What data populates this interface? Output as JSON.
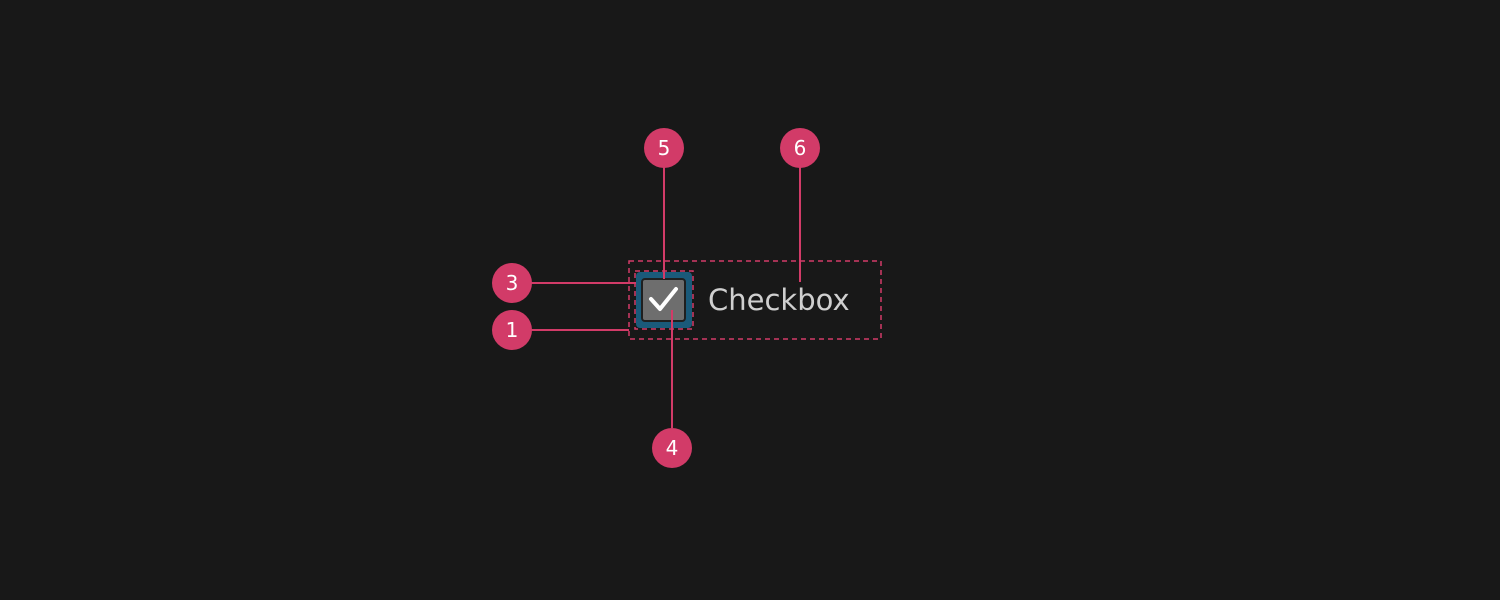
{
  "colors": {
    "background": "#181818",
    "callout": "#d23b68",
    "focus_ring": "#1a5a7a",
    "checkbox_fill": "#6e6e6e",
    "checkbox_border": "#1f1f1f",
    "check_mark": "#ffffff",
    "label": "#cfcfcf"
  },
  "checkbox": {
    "label": "Checkbox",
    "checked": true,
    "icon": "check-icon"
  },
  "callouts": [
    {
      "id": "callout-1",
      "number": "1"
    },
    {
      "id": "callout-3",
      "number": "3"
    },
    {
      "id": "callout-4",
      "number": "4"
    },
    {
      "id": "callout-5",
      "number": "5"
    },
    {
      "id": "callout-6",
      "number": "6"
    }
  ]
}
